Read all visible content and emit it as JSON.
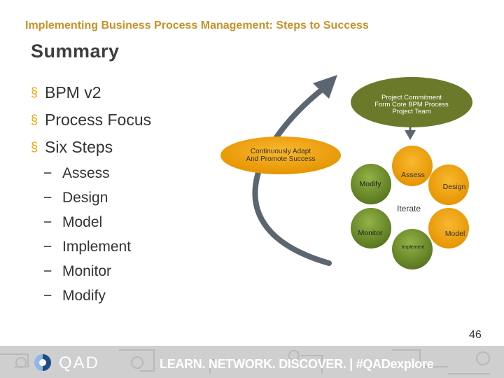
{
  "header": {
    "title": "Implementing Business Process Management: Steps to Success"
  },
  "slide": {
    "title": "Summary",
    "bullets": [
      {
        "label": "BPM v2"
      },
      {
        "label": "Process Focus"
      },
      {
        "label": "Six Steps"
      }
    ],
    "sub_bullets": [
      {
        "label": "Assess"
      },
      {
        "label": "Design"
      },
      {
        "label": "Model"
      },
      {
        "label": "Implement"
      },
      {
        "label": "Monitor"
      },
      {
        "label": "Modify"
      }
    ],
    "bullet_marker": "§",
    "dash_marker": "−"
  },
  "diagram": {
    "commitment": [
      "Project Commitment",
      "Form Core BPM Process",
      "Project Team"
    ],
    "adapt": [
      "Continuously Adapt",
      "And Promote Success"
    ],
    "cycle": {
      "assess": "Assess",
      "design": "Design",
      "model": "Model",
      "implement": "Implement",
      "monitor": "Monitor",
      "modify": "Modify",
      "center": "Iterate"
    },
    "colors": {
      "orange": "#f0a000",
      "green": "#6e8f2c",
      "arrow": "#5c6670"
    }
  },
  "page_number": "46",
  "footer": {
    "logo_text": "QAD",
    "tagline": "LEARN. NETWORK. DISCOVER.  |  #QADexplore"
  }
}
